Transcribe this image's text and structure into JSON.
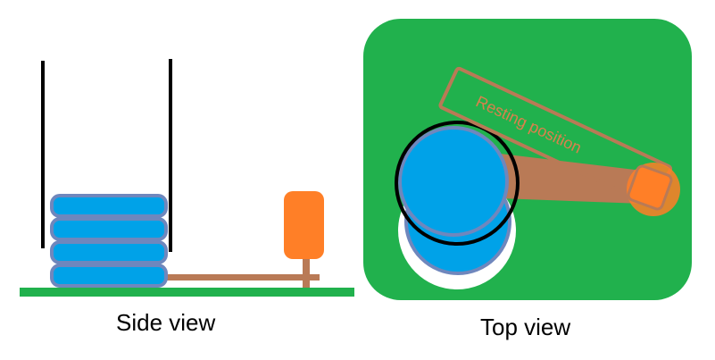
{
  "side_view": {
    "caption": "Side view",
    "stacked_discs": 4
  },
  "top_view": {
    "caption": "Top view",
    "resting_label": "Resting position"
  },
  "colors": {
    "ground_green": "#21b14d",
    "disc_blue": "#00a2e8",
    "disc_outline": "#6f87bd",
    "arm_brown": "#b97a56",
    "knob_orange": "#ff7f27",
    "pole_black": "#000000",
    "resting_text": "#d9814d"
  }
}
